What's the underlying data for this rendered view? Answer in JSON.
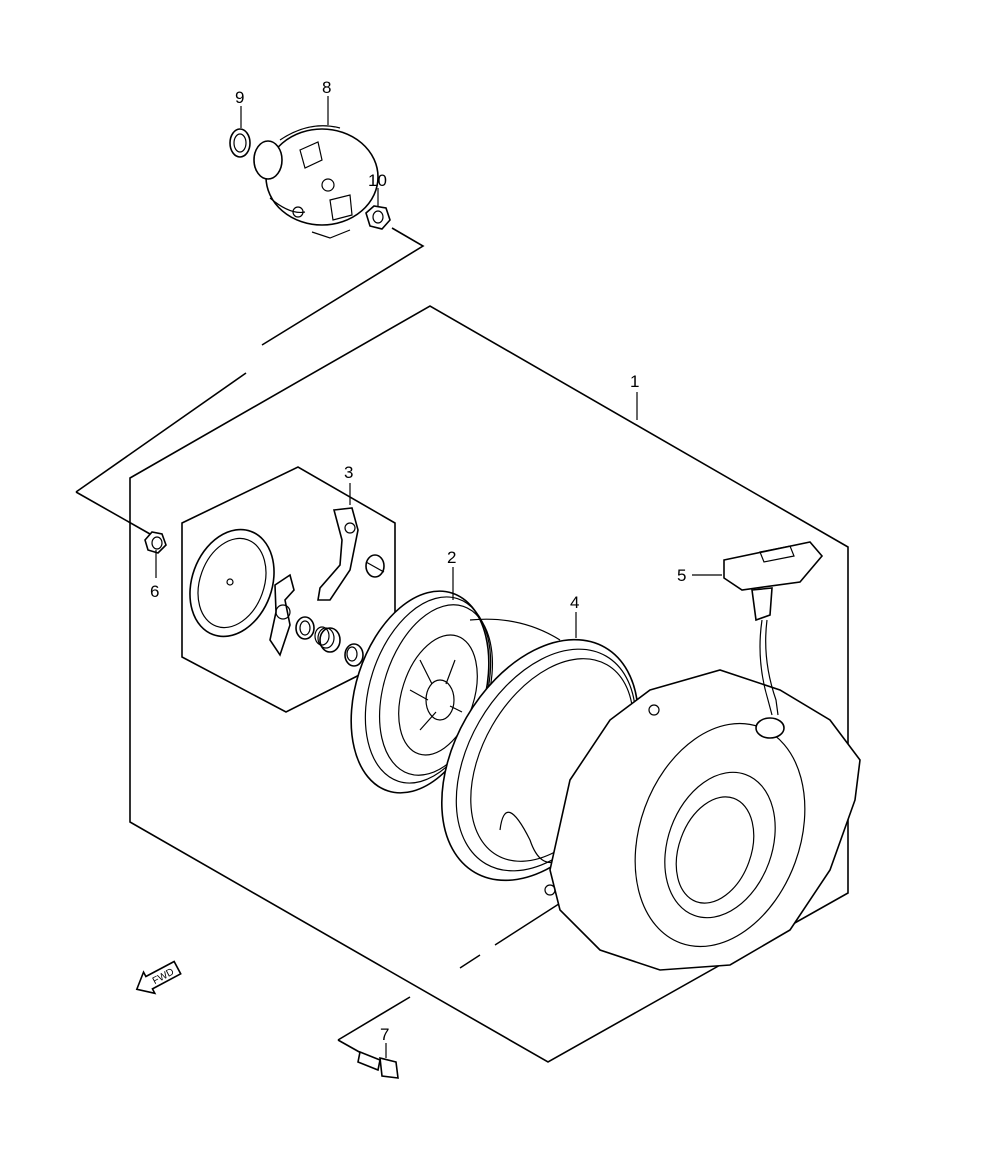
{
  "callouts": [
    {
      "id": "1",
      "label": "1"
    },
    {
      "id": "2",
      "label": "2"
    },
    {
      "id": "3",
      "label": "3"
    },
    {
      "id": "4",
      "label": "4"
    },
    {
      "id": "5",
      "label": "5"
    },
    {
      "id": "6",
      "label": "6"
    },
    {
      "id": "7",
      "label": "7"
    },
    {
      "id": "8",
      "label": "8"
    },
    {
      "id": "9",
      "label": "9"
    },
    {
      "id": "10",
      "label": "10"
    }
  ],
  "fwd_badge": {
    "label": "FWD"
  }
}
